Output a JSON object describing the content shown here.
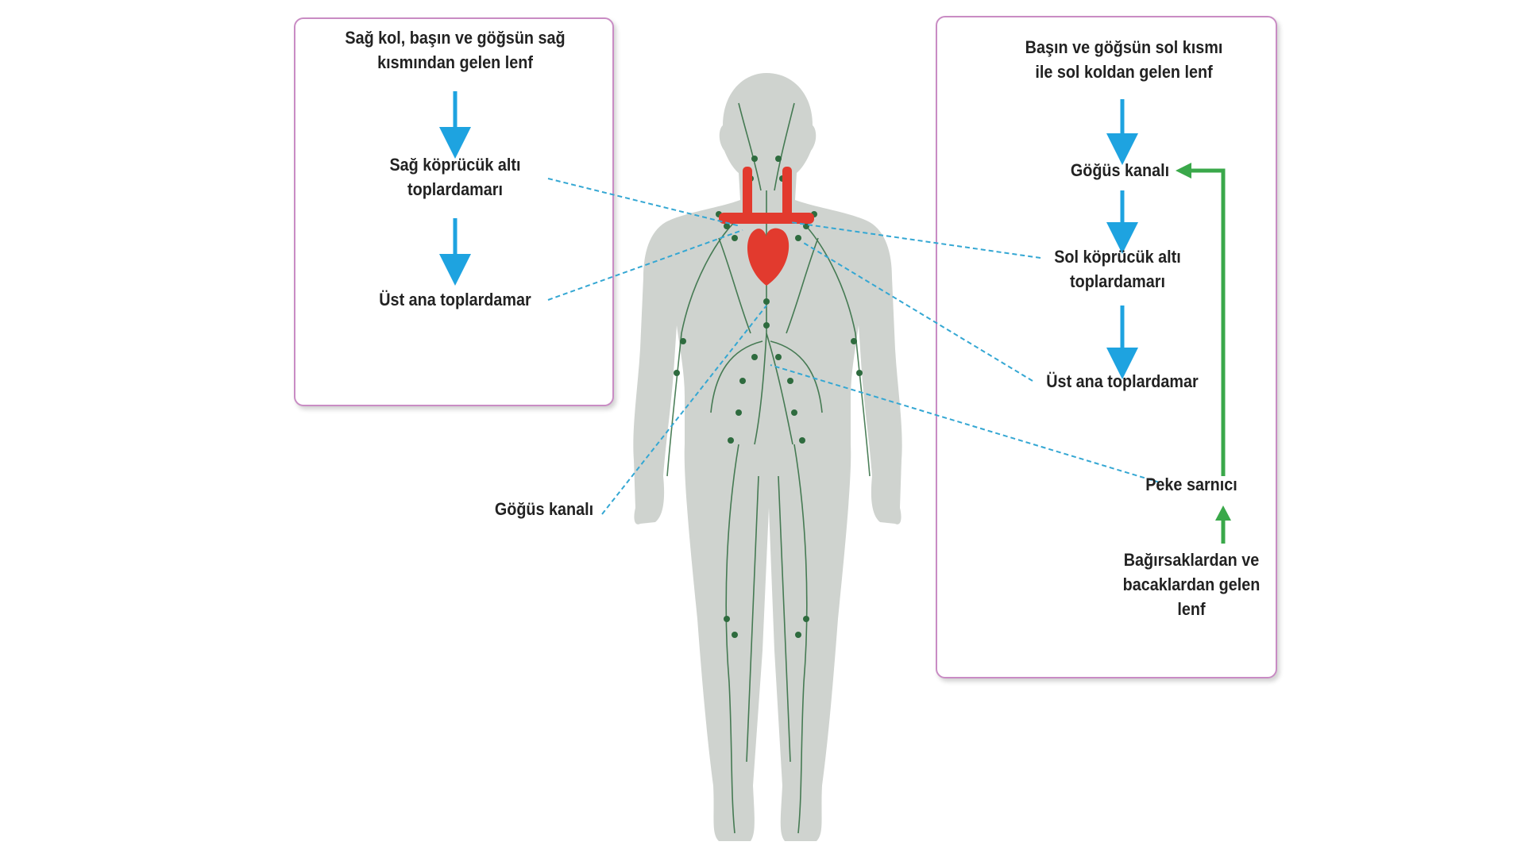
{
  "colors": {
    "box_border": "#c98cc4",
    "flow_arrow": "#1ea3e0",
    "return_arrow": "#3aa84a",
    "leader_line": "#34a7d3",
    "body_fill": "#cfd3cf",
    "lymph": "#2e6b3e",
    "heart": "#e23a2e"
  },
  "left_box": {
    "source": "Sağ kol, başın ve göğsün sağ\nkısmından gelen lenf",
    "vein": "Sağ köprücük altı\ntoplardamarı",
    "vena_cava": "Üst ana toplardamar"
  },
  "right_box": {
    "source": "Başın ve göğsün sol kısmı\nile sol koldan gelen lenf",
    "duct": "Göğüs kanalı",
    "vein": "Sol köprücük altı\ntoplardamarı",
    "vena_cava": "Üst ana toplardamar",
    "cistern": "Peke sarnıcı",
    "intestines": "Bağırsaklardan ve\nbacaklardan gelen\nlenf"
  },
  "outside": {
    "duct": "Göğüs kanalı"
  }
}
